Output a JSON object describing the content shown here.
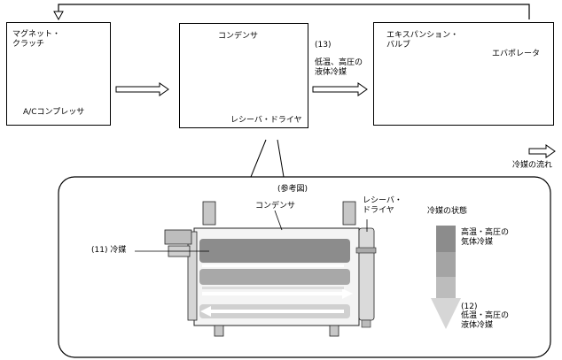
{
  "labels": {
    "magnet_clutch": "マグネット・\nクラッチ",
    "ac_compressor": "A/Cコンプレッサ",
    "condenser_top": "コンデンサ",
    "receiver_dryer_top": "レシーバ・ドライヤ",
    "ref_13_num": "(13)",
    "ref_13_text": "低温、高圧の\n液体冷媒",
    "expansion_valve": "エキスパンション・\nバルブ",
    "evaporator": "エバポレータ",
    "legend_flow": "冷媒の流れ",
    "reference": "(参考図)",
    "condenser_detail": "コンデンサ",
    "receiver_dryer_detail": "レシーバ・\nドライヤ",
    "refrigerant_state": "冷媒の状態",
    "ref_11": "(11) 冷媒",
    "high_temp_gas": "高温・高圧の\n気体冷媒",
    "ref_12_num": "(12)",
    "low_temp_liquid": "低温・高圧の\n液体冷媒"
  },
  "colors": {
    "line": "#000000",
    "gas_dark": "#8c8c8c",
    "mid": "#a8a8a8",
    "liquid_light": "#d0d0d0",
    "arrow_white": "#ffffff"
  }
}
